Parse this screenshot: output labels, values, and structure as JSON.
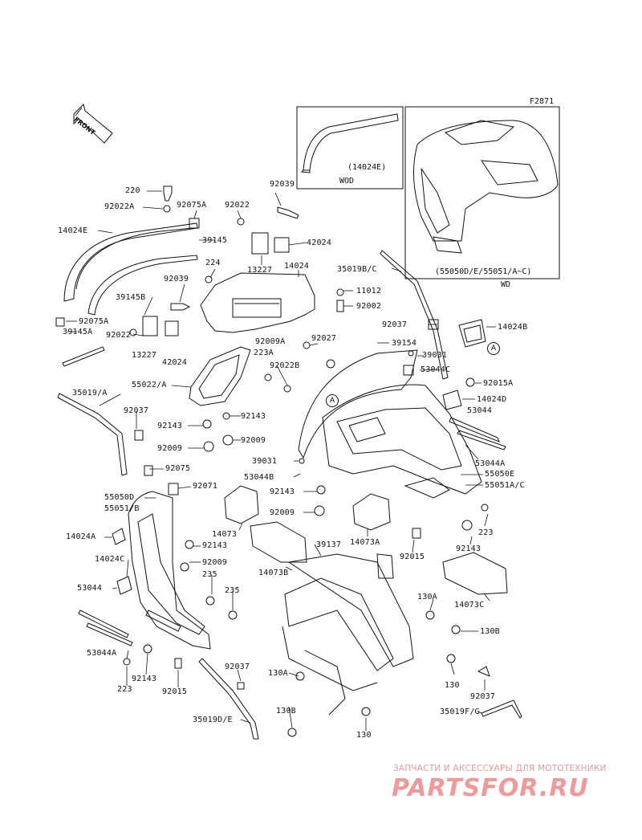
{
  "figure_id": "F2871",
  "front_label": "FRONT",
  "insets": {
    "wod": {
      "part": "(14024E)",
      "caption": "WOD"
    },
    "wd": {
      "part": "(55050D/E/55051/A~C)",
      "caption": "WD"
    }
  },
  "callout_letter": "A",
  "labels": {
    "l_220": "220",
    "l_92022A": "92022A",
    "l_92075A_top": "92075A",
    "l_92022_top": "92022",
    "l_92039_top": "92039",
    "l_14024E": "14024E",
    "l_39145": "39145",
    "l_42024_top": "42024",
    "l_13227_top": "13227",
    "l_224": "224",
    "l_14024": "14024",
    "l_35019BC": "35019B/C",
    "l_92039_mid": "92039",
    "l_39145B": "39145B",
    "l_11012": "11012",
    "l_92002": "92002",
    "l_92075A_left": "92075A",
    "l_92022_mid": "92022",
    "l_39145A": "39145A",
    "l_13227_mid": "13227",
    "l_42024_mid": "42024",
    "l_92037_r": "92037",
    "l_14024B": "14024B",
    "l_92027": "92027",
    "l_39154": "39154",
    "l_92009A": "92009A",
    "l_223A": "223A",
    "l_39031_top": "39031",
    "l_92022B": "92022B",
    "l_53044C": "53044C",
    "l_55022A": "55022/A",
    "l_92015A": "92015A",
    "l_35019A": "35019/A",
    "l_14024D": "14024D",
    "l_92037_l": "92037",
    "l_53044_r": "53044",
    "l_92143_a": "92143",
    "l_92143_b": "92143",
    "l_92009_a": "92009",
    "l_92009_b": "92009",
    "l_53044A_r": "53044A",
    "l_39031_mid": "39031",
    "l_55050E": "55050E",
    "l_92075": "92075",
    "l_53044B": "53044B",
    "l_55051AC": "55051A/C",
    "l_92071": "92071",
    "l_92143_c": "92143",
    "l_55050D": "55050D",
    "l_55051B": "55051/B",
    "l_92009_c": "92009",
    "l_14024A": "14024A",
    "l_14073": "14073",
    "l_223_r": "223",
    "l_92143_d": "92143",
    "l_14073A": "14073A",
    "l_39137": "39137",
    "l_14024C": "14024C",
    "l_92009_d": "92009",
    "l_92015_r": "92015",
    "l_92143_e": "92143",
    "l_14073B": "14073B",
    "l_235_a": "235",
    "l_53044_l": "53044",
    "l_235_b": "235",
    "l_130A_r": "130A",
    "l_14073C": "14073C",
    "l_130B_r": "130B",
    "l_53044A_l": "53044A",
    "l_92037_b": "92037",
    "l_92143_f": "92143",
    "l_130A_l": "130A",
    "l_130_r": "130",
    "l_223_l": "223",
    "l_92015_l": "92015",
    "l_92037_br": "92037",
    "l_130B_l": "130B",
    "l_35019DE": "35019D/E",
    "l_130_b": "130",
    "l_35019FG": "35019F/G"
  },
  "watermark": {
    "tagline": "ЗАПЧАСТИ И АКСЕССУАРЫ ДЛЯ МОТОТЕХНИКИ",
    "brand": "PARTSFOR.RU"
  },
  "colors": {
    "ink": "#111111",
    "watermark": "#ee9a9a"
  }
}
